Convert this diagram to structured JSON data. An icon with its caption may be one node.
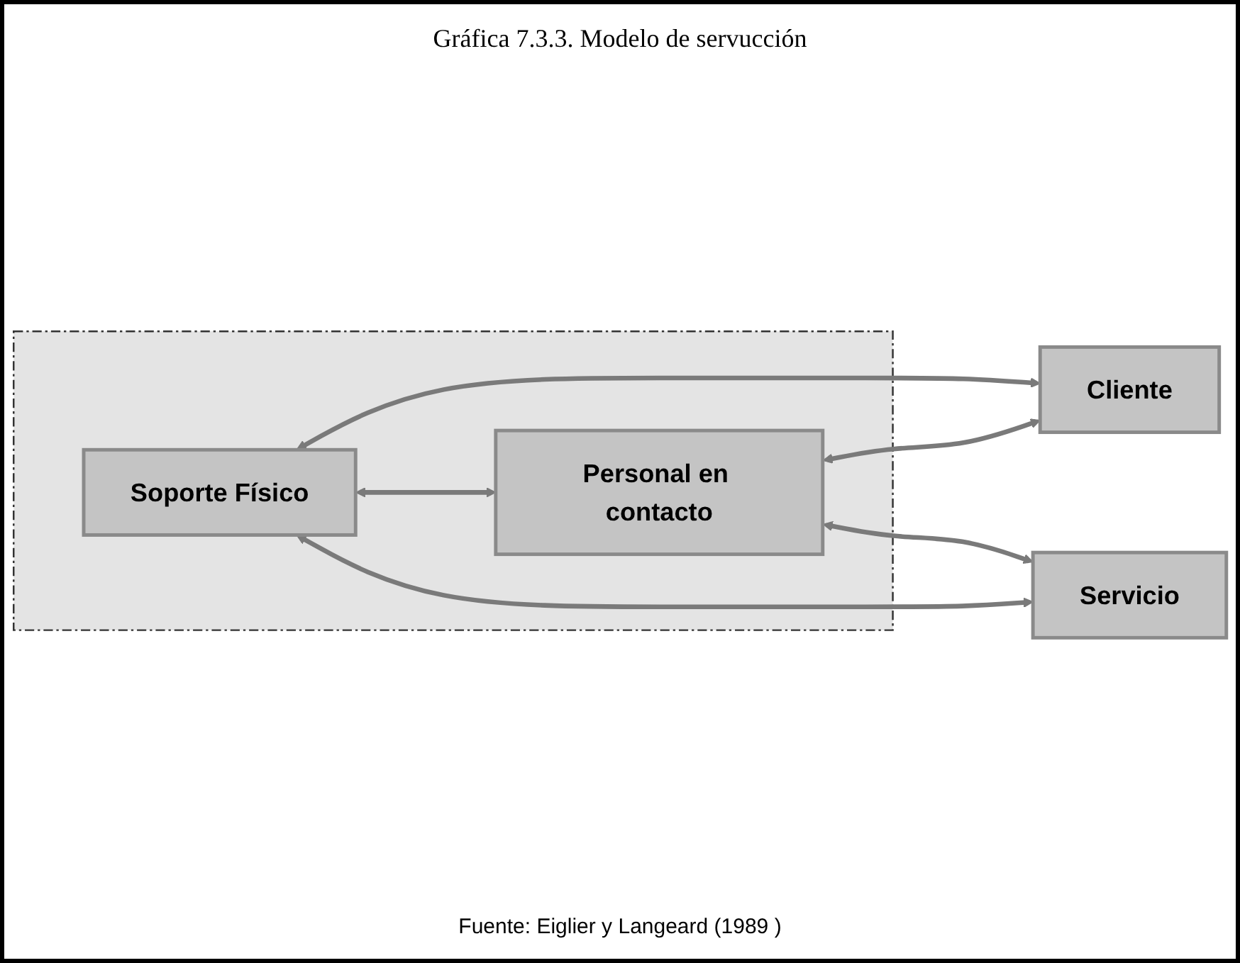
{
  "diagram": {
    "title": "Gráfica 7.3.3. Modelo de servucción",
    "caption": "Fuente: Eiglier y Langeard (1989 )",
    "nodes": [
      {
        "text": [],
        "shape": "box"
      },
      {
        "text": [
          "Soporte Físico"
        ],
        "in": 0
      },
      {
        "text": [
          "Cliente"
        ]
      },
      {
        "text": [
          "Personal en contacto"
        ],
        "in": 0
      },
      {
        "text": [
          "Servicio"
        ]
      }
    ],
    "edges": [
      {
        "from": 1,
        "to": 2,
        "arrow": "both"
      },
      {
        "from": 1,
        "to": 3,
        "arrow": "both"
      },
      {
        "from": 1,
        "to": 4,
        "arrow": "both"
      },
      {
        "from": 3,
        "to": 2,
        "arrow": "both"
      },
      {
        "from": 3,
        "to": 4,
        "arrow": "both"
      }
    ]
  }
}
